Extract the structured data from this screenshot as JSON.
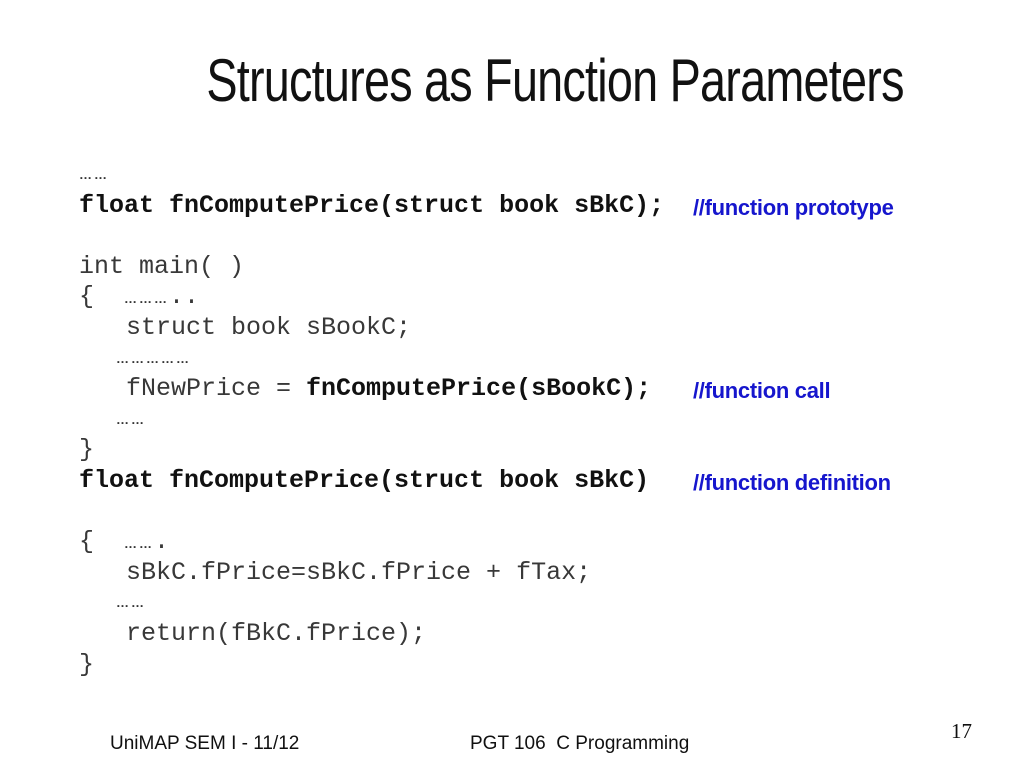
{
  "slide": {
    "title": "Structures as Function Parameters",
    "page_number": "17",
    "footer": {
      "left": "UniMAP SEM I - 11/12",
      "center": "PGT 106  C Programming"
    },
    "colors": {
      "comment_blue": "#1616cd",
      "code_bold": "#111111",
      "code_normal": "#383838",
      "title": "#111111"
    },
    "code_lines": [
      {
        "indent": 0,
        "segments": [
          {
            "text": "……",
            "style": "dots"
          }
        ]
      },
      {
        "indent": 0,
        "segments": [
          {
            "text": "float fnComputePrice(struct book sBkC);",
            "style": "bold"
          }
        ],
        "comment": "//function prototype"
      },
      {
        "indent": 0,
        "segments": []
      },
      {
        "indent": 0,
        "segments": [
          {
            "text": "int main( )",
            "style": "normal"
          }
        ]
      },
      {
        "indent": 0,
        "segments": [
          {
            "text": "{  ",
            "style": "normal"
          },
          {
            "text": "………",
            "style": "dots"
          },
          {
            "text": "..",
            "style": "normal"
          }
        ]
      },
      {
        "indent": 2,
        "segments": [
          {
            "text": "struct book sBookC;",
            "style": "normal"
          }
        ]
      },
      {
        "indent": 1,
        "segments": [
          {
            "text": "……………",
            "style": "dots"
          }
        ]
      },
      {
        "indent": 2,
        "segments": [
          {
            "text": "fNewPrice = ",
            "style": "normal"
          },
          {
            "text": "fnComputePrice(sBookC);",
            "style": "bold"
          }
        ],
        "comment": "//function call"
      },
      {
        "indent": 1,
        "segments": [
          {
            "text": "……",
            "style": "dots"
          }
        ]
      },
      {
        "indent": 0,
        "segments": [
          {
            "text": "}",
            "style": "normal"
          }
        ]
      },
      {
        "indent": 0,
        "segments": [
          {
            "text": "float fnComputePrice(struct book sBkC)",
            "style": "bold"
          }
        ],
        "comment": "//function definition"
      },
      {
        "indent": 0,
        "segments": []
      },
      {
        "indent": 0,
        "segments": [
          {
            "text": "{  ",
            "style": "normal"
          },
          {
            "text": "……",
            "style": "dots"
          },
          {
            "text": ".",
            "style": "normal"
          }
        ]
      },
      {
        "indent": 2,
        "segments": [
          {
            "text": "sBkC.fPrice=sBkC.fPrice + fTax;",
            "style": "normal"
          }
        ]
      },
      {
        "indent": 1,
        "segments": [
          {
            "text": "……",
            "style": "dots"
          }
        ]
      },
      {
        "indent": 2,
        "segments": [
          {
            "text": "return(fBkC.fPrice);",
            "style": "normal"
          }
        ]
      },
      {
        "indent": 0,
        "segments": [
          {
            "text": "}",
            "style": "normal"
          }
        ]
      }
    ]
  }
}
